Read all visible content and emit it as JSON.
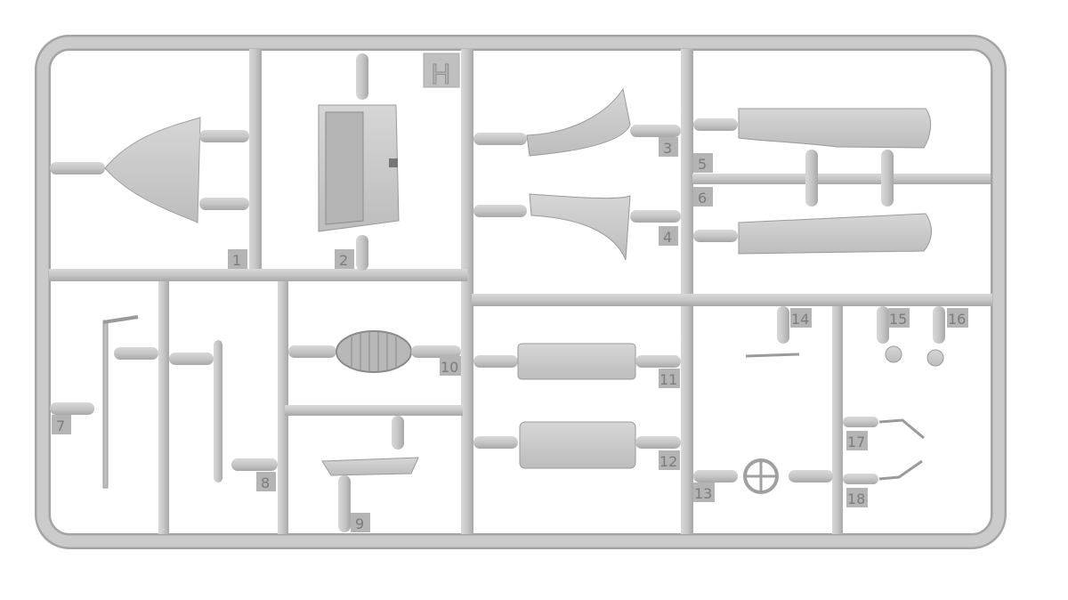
{
  "sprue": {
    "letter": "H",
    "part_numbers": [
      "1",
      "2",
      "3",
      "4",
      "5",
      "6",
      "7",
      "8",
      "9",
      "10",
      "11",
      "12",
      "13",
      "14",
      "15",
      "16",
      "17",
      "18"
    ]
  },
  "colors": {
    "plastic": "#c8c8c8",
    "plastic_dark": "#9e9e9e",
    "label_bg": "#b2b2b2",
    "label_text": "#7c7c7c"
  }
}
